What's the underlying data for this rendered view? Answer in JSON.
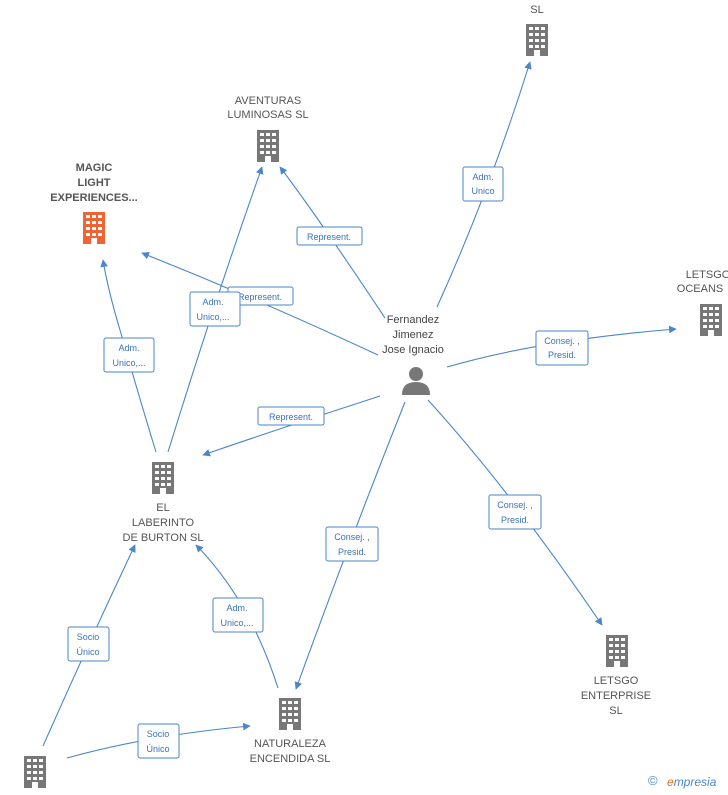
{
  "colors": {
    "edge": "#4a86c8",
    "company": "#777777",
    "highlight": "#f06433",
    "person": "#777777"
  },
  "person": {
    "lines": [
      "Fernandez",
      "Jimenez",
      "Jose Ignacio"
    ],
    "icon": "person-icon"
  },
  "companies": [
    {
      "id": "top-sl",
      "lines": [
        "SL"
      ],
      "highlight": false
    },
    {
      "id": "aventuras",
      "lines": [
        "AVENTURAS",
        "LUMINOSAS  SL"
      ],
      "highlight": false
    },
    {
      "id": "magic",
      "lines": [
        "MAGIC",
        "LIGHT",
        "EXPERIENCES..."
      ],
      "highlight": true
    },
    {
      "id": "letsgo-oceans",
      "lines": [
        "LETSGO",
        "OCEANS"
      ],
      "highlight": false
    },
    {
      "id": "laberinto",
      "lines": [
        "EL",
        "LABERINTO",
        "DE BURTON  SL"
      ],
      "highlight": false
    },
    {
      "id": "letsgo-enterprise",
      "lines": [
        "LETSGO",
        "ENTERPRISE",
        "SL"
      ],
      "highlight": false
    },
    {
      "id": "naturaleza",
      "lines": [
        "NATURALEZA",
        "ENCENDIDA  SL"
      ],
      "highlight": false
    },
    {
      "id": "bottom-left",
      "lines": [],
      "highlight": false
    }
  ],
  "edges": [
    {
      "id": "e1",
      "lines": [
        "Adm.",
        "Unico"
      ]
    },
    {
      "id": "e2",
      "lines": [
        "Represent."
      ]
    },
    {
      "id": "e3",
      "lines": [
        "Represent."
      ]
    },
    {
      "id": "e4",
      "lines": [
        "Adm.",
        "Unico,..."
      ]
    },
    {
      "id": "e5",
      "lines": [
        "Adm.",
        "Unico,..."
      ]
    },
    {
      "id": "e6",
      "lines": [
        "Consej. ,",
        "Presid."
      ]
    },
    {
      "id": "e7",
      "lines": [
        "Represent."
      ]
    },
    {
      "id": "e8",
      "lines": [
        "Consej. ,",
        "Presid."
      ]
    },
    {
      "id": "e9",
      "lines": [
        "Consej. ,",
        "Presid."
      ]
    },
    {
      "id": "e10",
      "lines": [
        "Adm.",
        "Unico,..."
      ]
    },
    {
      "id": "e11",
      "lines": [
        "Socio",
        "Único"
      ]
    },
    {
      "id": "e12",
      "lines": [
        "Socio",
        "Único"
      ]
    }
  ],
  "footer": {
    "copyright": "©",
    "brand_first": "e",
    "brand_rest": "mpresia"
  }
}
